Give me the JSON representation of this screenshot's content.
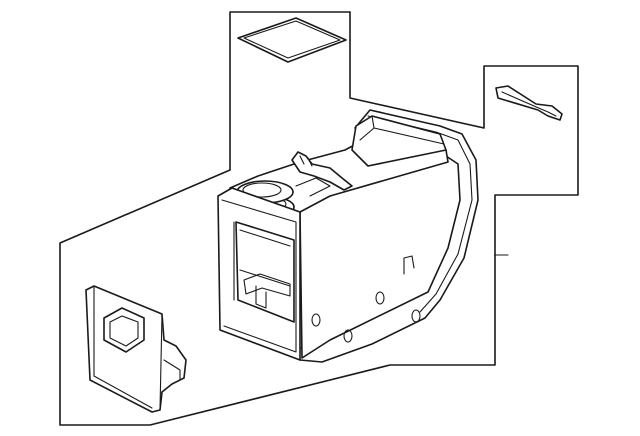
{
  "diagram": {
    "type": "exploded-parts-diagram",
    "background_color": "#ffffff",
    "line_color": "#1a1a1a",
    "parts": [
      {
        "id": "console-assembly",
        "icon": "center-console-shape"
      },
      {
        "id": "mat",
        "icon": "rubber-mat-shape"
      },
      {
        "id": "bracket",
        "icon": "bracket-shape"
      },
      {
        "id": "panel",
        "icon": "trim-panel-shape"
      }
    ]
  }
}
